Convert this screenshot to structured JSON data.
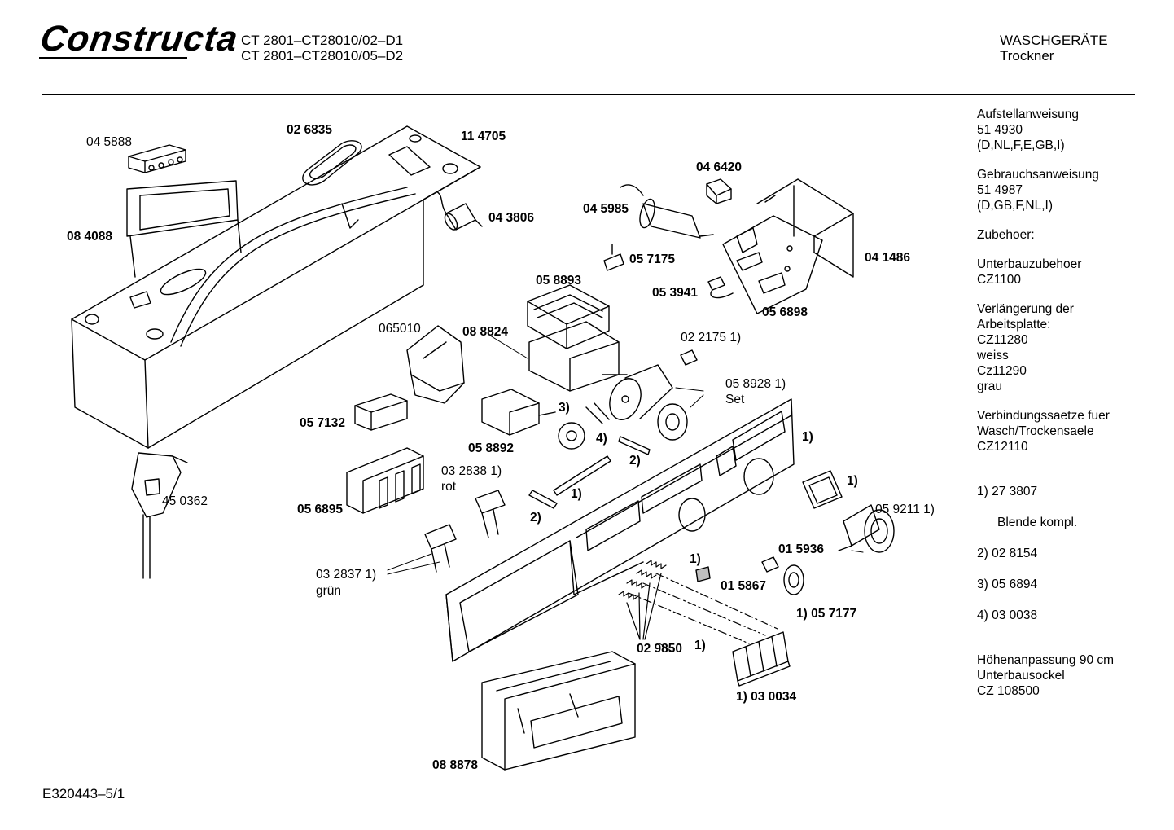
{
  "header": {
    "brand": "Constructa",
    "model_line_1": "CT 2801–CT28010/02–D1",
    "model_line_2": "CT 2801–CT28010/05–D2",
    "category": "WASCHGERÄTE",
    "subcategory": "Trockner"
  },
  "sidebar": {
    "blocks": [
      "Aufstellanweisung\n51 4930\n(D,NL,F,E,GB,I)",
      "Gebrauchsanweisung\n51 4987\n(D,GB,F,NL,I)",
      "Zubehoer:",
      "Unterbauzubehoer\nCZ1100",
      "Verlängerung der\nArbeitsplatte:\nCZ11280\nweiss\nCz11290\ngrau",
      "Verbindungssaetze fuer\nWasch/Trockensaele\nCZ12110"
    ],
    "notes": {
      "n1": "1)  27 3807",
      "n1_sub": "Blende kompl.",
      "n2": "2)  02 8154",
      "n3": "3)  05 6894",
      "n4": "4)  03 0038"
    },
    "last_block": "Höhenanpassung 90 cm\nUnterbausockel\nCZ 108500"
  },
  "parts": {
    "p045888": "04 5888",
    "p026835": "02 6835",
    "p114705": "11 4705",
    "p084088": "08 4088",
    "p043806": "04 3806",
    "p046420": "04 6420",
    "p045985": "04 5985",
    "p057175": "05 7175",
    "p041486": "04 1486",
    "p053941": "05 3941",
    "p056898": "05 6898",
    "p058893": "05 8893",
    "p065010": "065010",
    "p088824": "08 8824",
    "p022175": "02 2175 1)",
    "p058928": "05 8928 1)",
    "p058928_set": "Set",
    "p057132": "05 7132",
    "p3": "3)",
    "p058892": "05 8892",
    "p4": "4)",
    "p2a": "2)",
    "p1a": "1)",
    "p1b": "1)",
    "p032838": "03 2838 1)",
    "p032838_rot": "rot",
    "p450362": "45 0362",
    "p056895": "05 6895",
    "p2b": "2)",
    "p1c": "1)",
    "p059211": "05 9211 1)",
    "p015936": "01 5936",
    "p1d": "1)",
    "p015867": "01 5867",
    "p057177": "1) 05 7177",
    "p032837": "03 2837 1)",
    "p032837_gruen": "grün",
    "p029850": "02 9850",
    "p1e": "1)",
    "p030034": "1) 03 0034",
    "p088878": "08 8878"
  },
  "footer": {
    "code": "E320443–5/1"
  }
}
